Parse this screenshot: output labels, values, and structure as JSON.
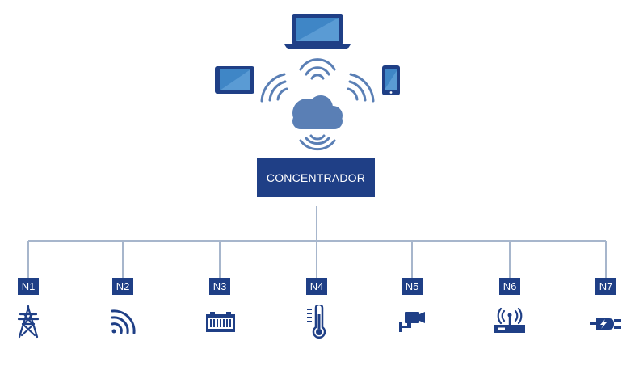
{
  "concentrator": {
    "label": "CONCENTRADOR"
  },
  "nodes": [
    {
      "label": "N1",
      "icon": "power-tower-icon"
    },
    {
      "label": "N2",
      "icon": "wireless-signal-icon"
    },
    {
      "label": "N3",
      "icon": "battery-icon"
    },
    {
      "label": "N4",
      "icon": "thermometer-icon"
    },
    {
      "label": "N5",
      "icon": "security-camera-icon"
    },
    {
      "label": "N6",
      "icon": "router-icon"
    },
    {
      "label": "N7",
      "icon": "power-plug-icon"
    }
  ],
  "colors": {
    "dark_blue": "#1f3f86",
    "mid_blue": "#5a7fb5",
    "line_gray": "#a7b6cc",
    "screen_blue": "#3f86c6"
  }
}
